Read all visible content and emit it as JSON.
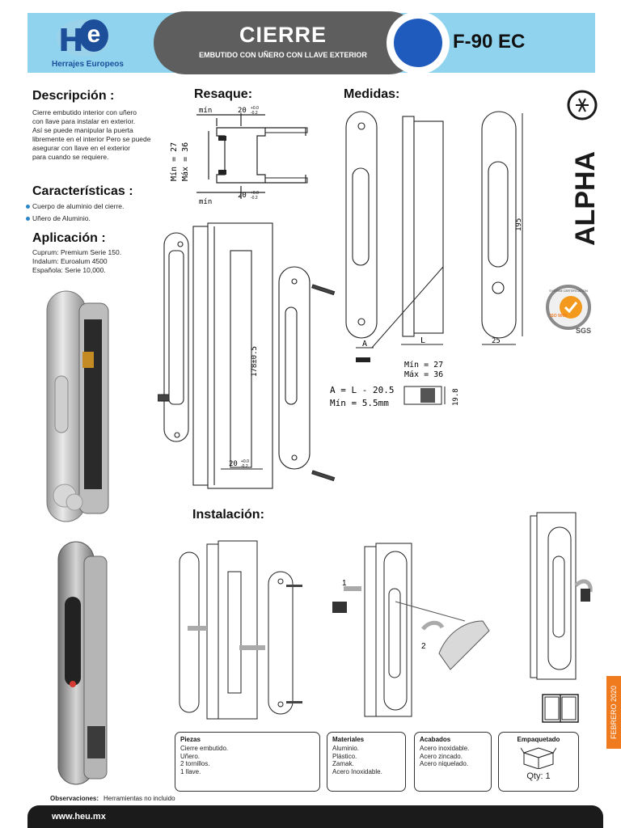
{
  "header": {
    "logo_letters": "HE",
    "logo_name": "Herrajes Europeos",
    "title": "CIERRE",
    "subtitle": "EMBUTIDO CON UÑERO CON LLAVE EXTERIOR",
    "model": "F-90 EC"
  },
  "descripcion": {
    "heading": "Descripción :",
    "lines": [
      "Cierre embutido interior con uñero",
      "con llave para instalar en exterior.",
      "Así se puede manipular la puerta",
      "libremente en el interior Pero se puede",
      "asegurar con llave en el exterior",
      "para cuando se requiere."
    ]
  },
  "caracteristicas": {
    "heading": "Características :",
    "items": [
      "Cuerpo de aluminio del cierre.",
      "Uñero de Aluminio."
    ]
  },
  "aplicacion": {
    "heading": "Aplicación :",
    "lines": [
      "Cuprum: Premium Serie 150.",
      "Indalum: Euroalum 4500",
      "Española: Serie 10,000."
    ]
  },
  "resaque": {
    "heading": "Resaque:",
    "min_label": "mín",
    "dim_20": "20",
    "tol_plus": "+0.0",
    "tol_minus": "-0.2",
    "min_27": "Mín = 27",
    "max_36": "Máx = 36",
    "dim_178": "178±0.5"
  },
  "medidas": {
    "heading": "Medidas:",
    "label_a": "A",
    "label_l": "L",
    "min_27": "Mín = 27",
    "max_36": "Máx = 36",
    "formula": "A = L - 20.5",
    "min_55": "Mín = 5.5mm",
    "dim_198": "19.8",
    "dim_195": "195",
    "dim_25": "25"
  },
  "brand": {
    "alpha": "ALPHA",
    "sgs": "SGS",
    "sgs_ring": "SYSTEM CERTIFICATION",
    "iso": "ISO 9001"
  },
  "instalacion": {
    "heading": "Instalación:",
    "step1": "1",
    "step2": "2"
  },
  "tables": {
    "piezas": {
      "title": "Piezas",
      "lines": [
        "Cierre embutido.",
        "Uñero.",
        "2 tornillos.",
        "1 llave."
      ]
    },
    "materiales": {
      "title": "Materiales",
      "lines": [
        "Aluminio.",
        "Plástico.",
        "Zamak.",
        "Acero Inoxidable."
      ]
    },
    "acabados": {
      "title": "Acabados",
      "lines": [
        "Acero inoxidable.",
        "Acero zincado.",
        "Acero niquelado."
      ]
    },
    "empaquetado": {
      "title": "Empaquetado",
      "qty": "Qty: 1"
    }
  },
  "observaciones": {
    "label": "Observaciones:",
    "text": "Herramientas no incluido"
  },
  "footer": {
    "url": "www.heu.mx",
    "date": "FEBRERO 2020"
  },
  "colors": {
    "band": "#8fd3ef",
    "pill": "#5e5e5e",
    "accent_blue": "#1f5bbd",
    "orange": "#f07b1f",
    "bullet": "#2b86c9"
  }
}
